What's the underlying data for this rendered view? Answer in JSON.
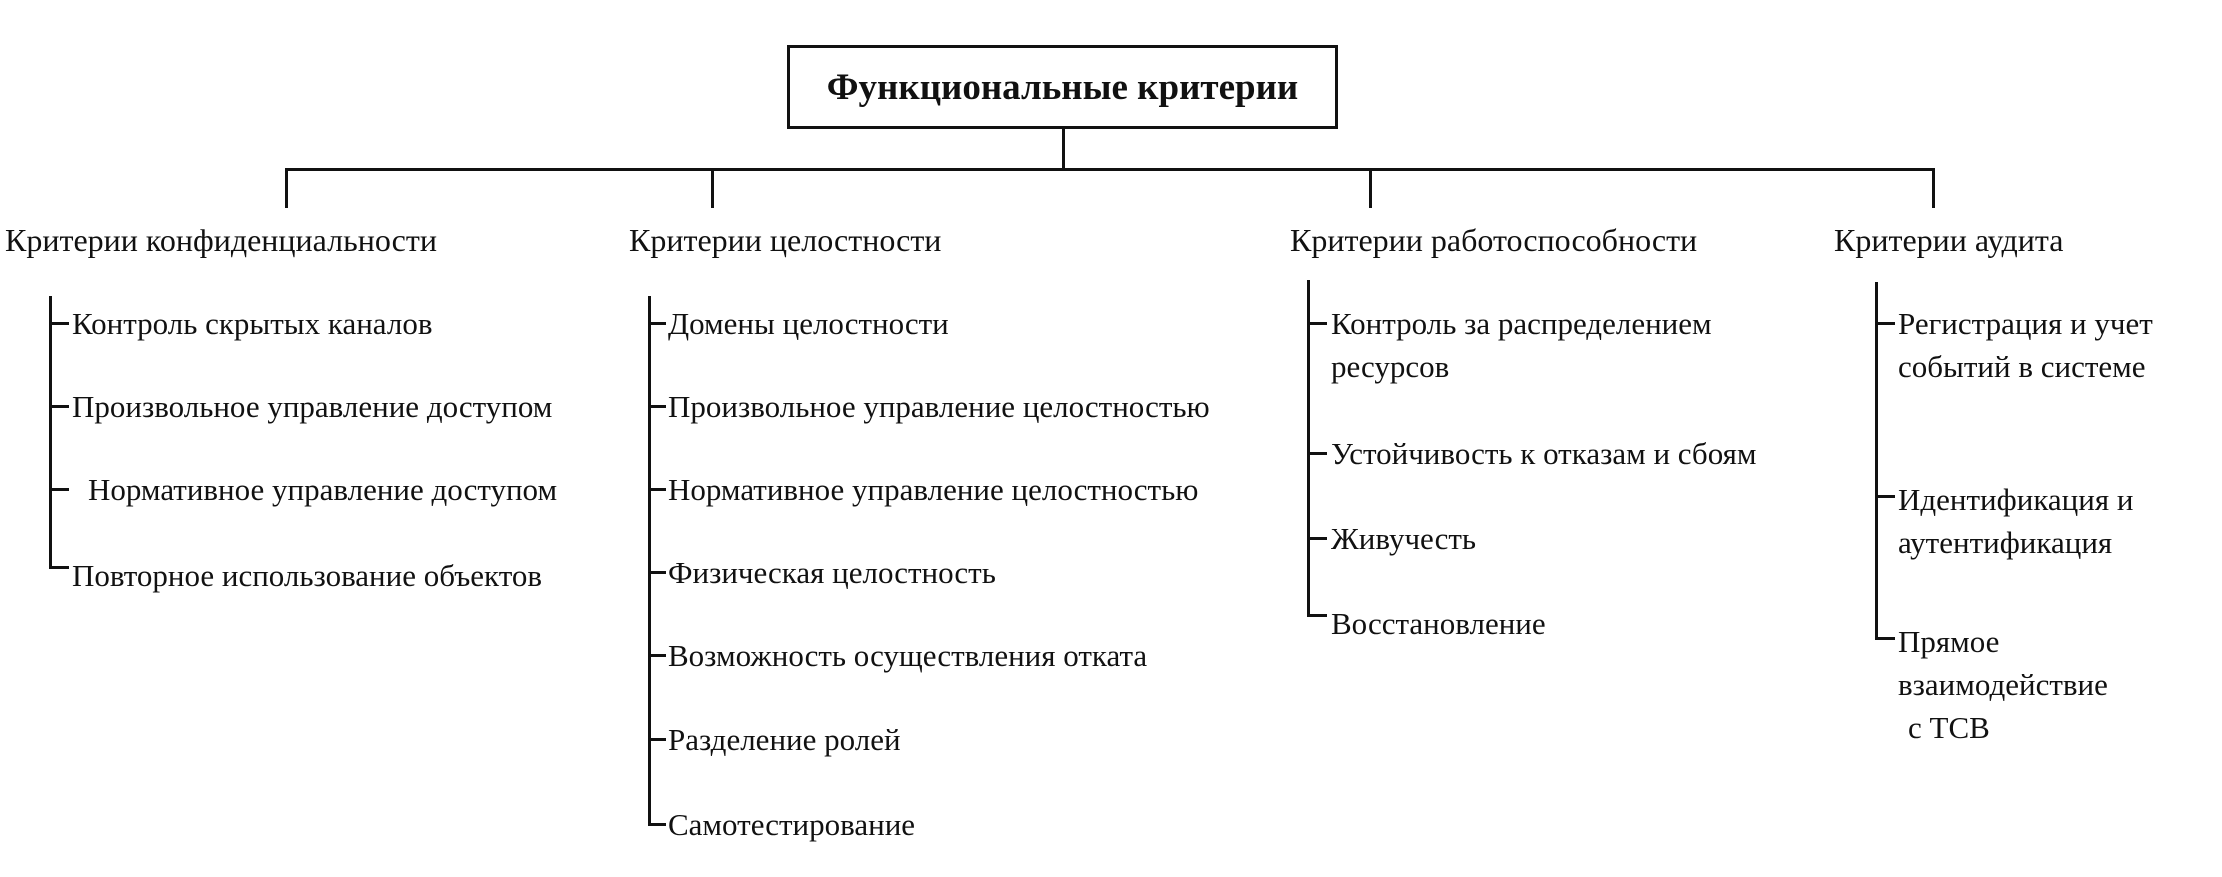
{
  "root": {
    "title": "Функциональные критерии"
  },
  "categories": [
    {
      "label": "Критерии конфиденциальности",
      "items": [
        "Контроль скрытых каналов",
        "Произвольное управление доступом",
        "Нормативное управление доступом",
        "Повторное использование объектов"
      ]
    },
    {
      "label": "Критерии целостности",
      "items": [
        "Домены целостности",
        "Произвольное управление целостностью",
        "Нормативное управление целостностью",
        "Физическая целостность",
        "Возможность осуществления отката",
        "Разделение ролей",
        "Самотестирование"
      ]
    },
    {
      "label": "Критерии работоспособности",
      "items": [
        "Контроль за распределением",
        "ресурсов",
        "Устойчивость к отказам и сбоям",
        "Живучесть",
        "Восстановление"
      ]
    },
    {
      "label": "Критерии аудита",
      "items": [
        "Регистрация и учет",
        "событий в системе",
        "Идентификация и",
        "аутентификация",
        "Прямое",
        "взаимодействие",
        "с TCB"
      ]
    }
  ]
}
